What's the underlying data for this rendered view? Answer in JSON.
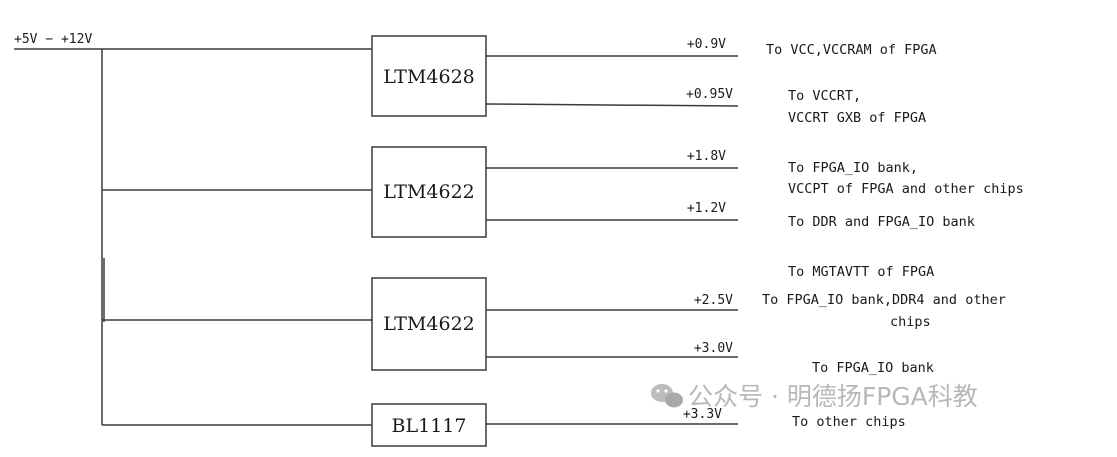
{
  "input_label": "+5V − +12V",
  "chips": [
    {
      "label": "LTM4628"
    },
    {
      "label": "LTM4622"
    },
    {
      "label": "LTM4622"
    },
    {
      "label": "BL1117"
    }
  ],
  "outputs": [
    {
      "voltage": "+0.9V",
      "dest": [
        "To VCC,VCCRAM of FPGA"
      ]
    },
    {
      "voltage": "+0.95V",
      "dest": [
        "To VCCRT,",
        "VCCRT GXB of FPGA"
      ]
    },
    {
      "voltage": "+1.8V",
      "dest": [
        "To FPGA_IO bank,",
        "VCCPT of FPGA and other chips"
      ]
    },
    {
      "voltage": "+1.2V",
      "dest": [
        "To DDR and FPGA_IO bank"
      ]
    },
    {
      "voltage": "+2.5V",
      "dest": [
        "To FPGA_IO bank,DDR4 and other",
        "chips"
      ]
    },
    {
      "voltage": "+3.0V",
      "dest": [
        "To FPGA_IO bank"
      ]
    },
    {
      "voltage": "+3.3V",
      "dest": [
        "To other chips"
      ]
    }
  ],
  "extra_note": "To MGTAVTT of FPGA",
  "watermark": "公众号 · 明德扬FPGA科教",
  "watermark_icon": "wechat-icon"
}
